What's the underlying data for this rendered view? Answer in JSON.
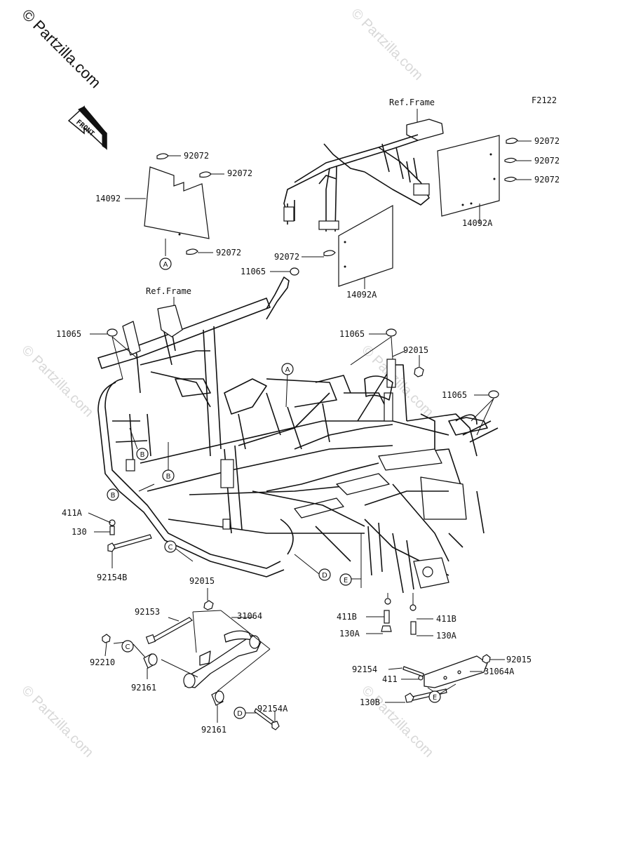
{
  "watermark": {
    "main": "© Partzilla.com",
    "repeat": "© Partzilla.com",
    "color": "#d8d8d8"
  },
  "diagram_code": "F2122",
  "front_badge": "FRONT",
  "ref_frame_top": "Ref.Frame",
  "ref_frame_left": "Ref.Frame",
  "labels": {
    "p92072_a": "92072",
    "p92072_b": "92072",
    "p14092": "14092",
    "p92072_c": "92072",
    "p92072_r1": "92072",
    "p92072_r2": "92072",
    "p92072_r3": "92072",
    "p14092A_r": "14092A",
    "p92072_m": "92072",
    "p11065_m": "11065",
    "p14092A_m": "14092A",
    "p11065_l": "11065",
    "p11065_c": "11065",
    "p92015_c": "92015",
    "p11065_r": "11065",
    "p411A": "411A",
    "p130": "130",
    "p92154B": "92154B",
    "p92015_b": "92015",
    "p92153": "92153",
    "p31064": "31064",
    "p92210": "92210",
    "p92161_a": "92161",
    "p92161_b": "92161",
    "p92154A": "92154A",
    "p411B_l": "411B",
    "p411B_r": "411B",
    "p130A_l": "130A",
    "p130A_r": "130A",
    "p92154": "92154",
    "p92015_r": "92015",
    "p411": "411",
    "p31064A": "31064A",
    "p130B": "130B"
  },
  "callouts": {
    "A1": "A",
    "A2": "A",
    "B1": "B",
    "B2": "B",
    "B3": "B",
    "C1": "C",
    "C2": "C",
    "D1": "D",
    "D2": "D",
    "E1": "E",
    "E2": "E"
  }
}
